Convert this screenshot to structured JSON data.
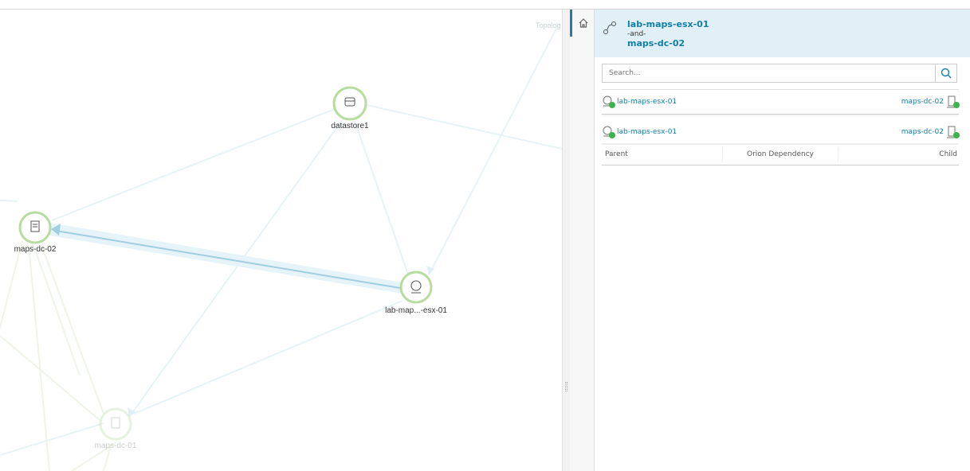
{
  "map": {
    "topology_label": "Topolog",
    "nodes": [
      {
        "name": "datastore1",
        "status": "up"
      },
      {
        "name": "maps-dc-02",
        "status": "up"
      },
      {
        "name": "lab-map...-esx-01",
        "status": "up"
      },
      {
        "name": "maps-dc-01",
        "status": "up"
      }
    ]
  },
  "panel": {
    "title_parent": "lab-maps-esx-01",
    "title_and": "-and-",
    "title_child": "maps-dc-02",
    "search_placeholder": "Search...",
    "rows": [
      {
        "parent": "lab-maps-esx-01",
        "child": "maps-dc-02"
      },
      {
        "parent": "lab-maps-esx-01",
        "child": "maps-dc-02"
      }
    ],
    "columns": {
      "parent": "Parent",
      "dependency": "Orion Dependency",
      "child": "Child"
    }
  },
  "colors": {
    "accent": "#127fa8",
    "header_bg": "#e0f0f6",
    "status_up": "#3cb44b",
    "node_ring": "#b7dca0"
  }
}
